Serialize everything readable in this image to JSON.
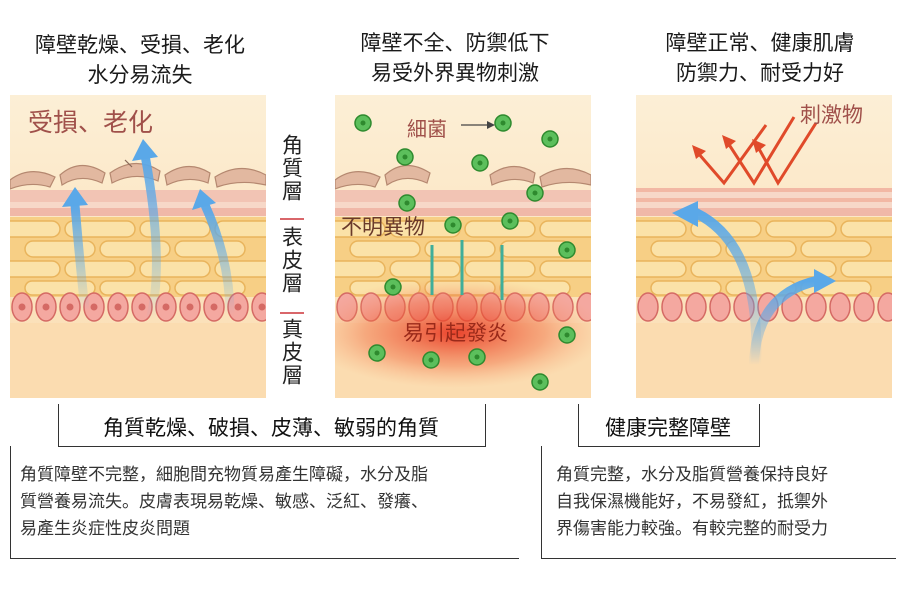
{
  "headings": {
    "left_line1": "障壁乾燥、受損、老化",
    "left_line2": "水分易流失",
    "middle_line1": "障壁不全、防禦低下",
    "middle_line2": "易受外界異物刺激",
    "right_line1": "障壁正常、健康肌膚",
    "right_line2": "防禦力、耐受力好"
  },
  "panel_labels": {
    "damage": "受損、老化",
    "bacteria": "細菌",
    "foreign": "不明異物",
    "inflammation": "易引起發炎",
    "stimulus": "刺激物"
  },
  "layers": {
    "stratum_corneum": "角質層",
    "epidermis": "表皮層",
    "dermis": "真皮層"
  },
  "bottom": {
    "left_title": "角質乾燥、破損、皮薄、敏弱的角質",
    "left_desc_line1": "角質障壁不完整，細胞間充物質易產生障礙，水分及脂",
    "left_desc_line2": "質營養易流失。皮膚表現易乾燥、敏感、泛紅、發癢、",
    "left_desc_line3": "易產生炎症性皮炎問題",
    "right_title": "健康完整障壁",
    "right_desc_line1": "角質完整，水分及脂質營養保持良好",
    "right_desc_line2": "自我保濕機能好，不易發紅，抵禦外",
    "right_desc_line3": "界傷害能力較強。有較完整的耐受力"
  },
  "colors": {
    "damage_label": "#a0504a",
    "bacteria_label": "#a0504a",
    "inflammation_label": "#9a2a1a",
    "stimulus_label": "#a0504a",
    "arrow_blue": "#5aa8e8",
    "stimulus_arrow": "#e04a2a",
    "layer_separator": "#d9666a"
  }
}
